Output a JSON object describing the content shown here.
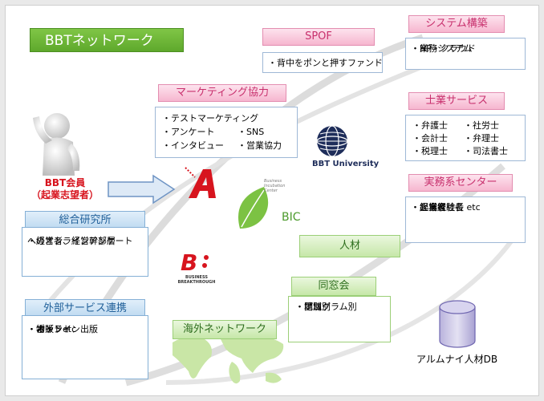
{
  "title": "BBTネットワーク",
  "member": {
    "line1": "BBT会員",
    "line2": "（起業志望者）"
  },
  "spof": {
    "header": "SPOF",
    "items": [
      "・背中をポンと押すファンド"
    ]
  },
  "system": {
    "header": "システム構築",
    "items": [
      "・HP・クラウド",
      "・業務システム"
    ]
  },
  "marketing": {
    "header": "マーケティング協力",
    "items": [
      "・テストマーケティング",
      "・アンケート",
      "・インタビュー"
    ],
    "items_right": [
      "・SNS",
      "・営業協力"
    ]
  },
  "shigyo": {
    "header": "士業サービス",
    "left": [
      "・弁護士",
      "・会計士",
      "・税理士"
    ],
    "right": [
      "・社労士",
      "・弁理士",
      "・司法書士"
    ]
  },
  "jitsumu": {
    "header": "実務系センター",
    "items": [
      "・経営者",
      "・起業家社長",
      "・上場経験者 etc"
    ]
  },
  "soken": {
    "header": "総合研究所",
    "items": [
      "・経営者、経営幹部層",
      "へのオンラインアンケート"
    ]
  },
  "gaibu": {
    "header": "外部サービス連携",
    "items": [
      "・オンライン出版",
      "・カード",
      "・ポイント",
      "・物販　etc"
    ]
  },
  "jinzai": {
    "header": "人材"
  },
  "dosokai": {
    "header": "同窓会",
    "items": [
      "・プログラム別",
      "・地域別",
      "・国別"
    ]
  },
  "kaigai": {
    "label": "海外ネットワーク"
  },
  "bbt_univ": {
    "label": "BBT University"
  },
  "bic": {
    "label": "BIC",
    "small": "Business Incubation Center"
  },
  "bb_logo": {
    "small1": "BUSINESS",
    "small2": "BREAKTHROUGH"
  },
  "alumni_db": {
    "label": "アルムナイ人材DB"
  },
  "colors": {
    "green": "#6cb53a",
    "pink_text": "#c8306d",
    "blue_text": "#1f5f99",
    "red": "#d7141e",
    "navy": "#1e2d5a"
  }
}
